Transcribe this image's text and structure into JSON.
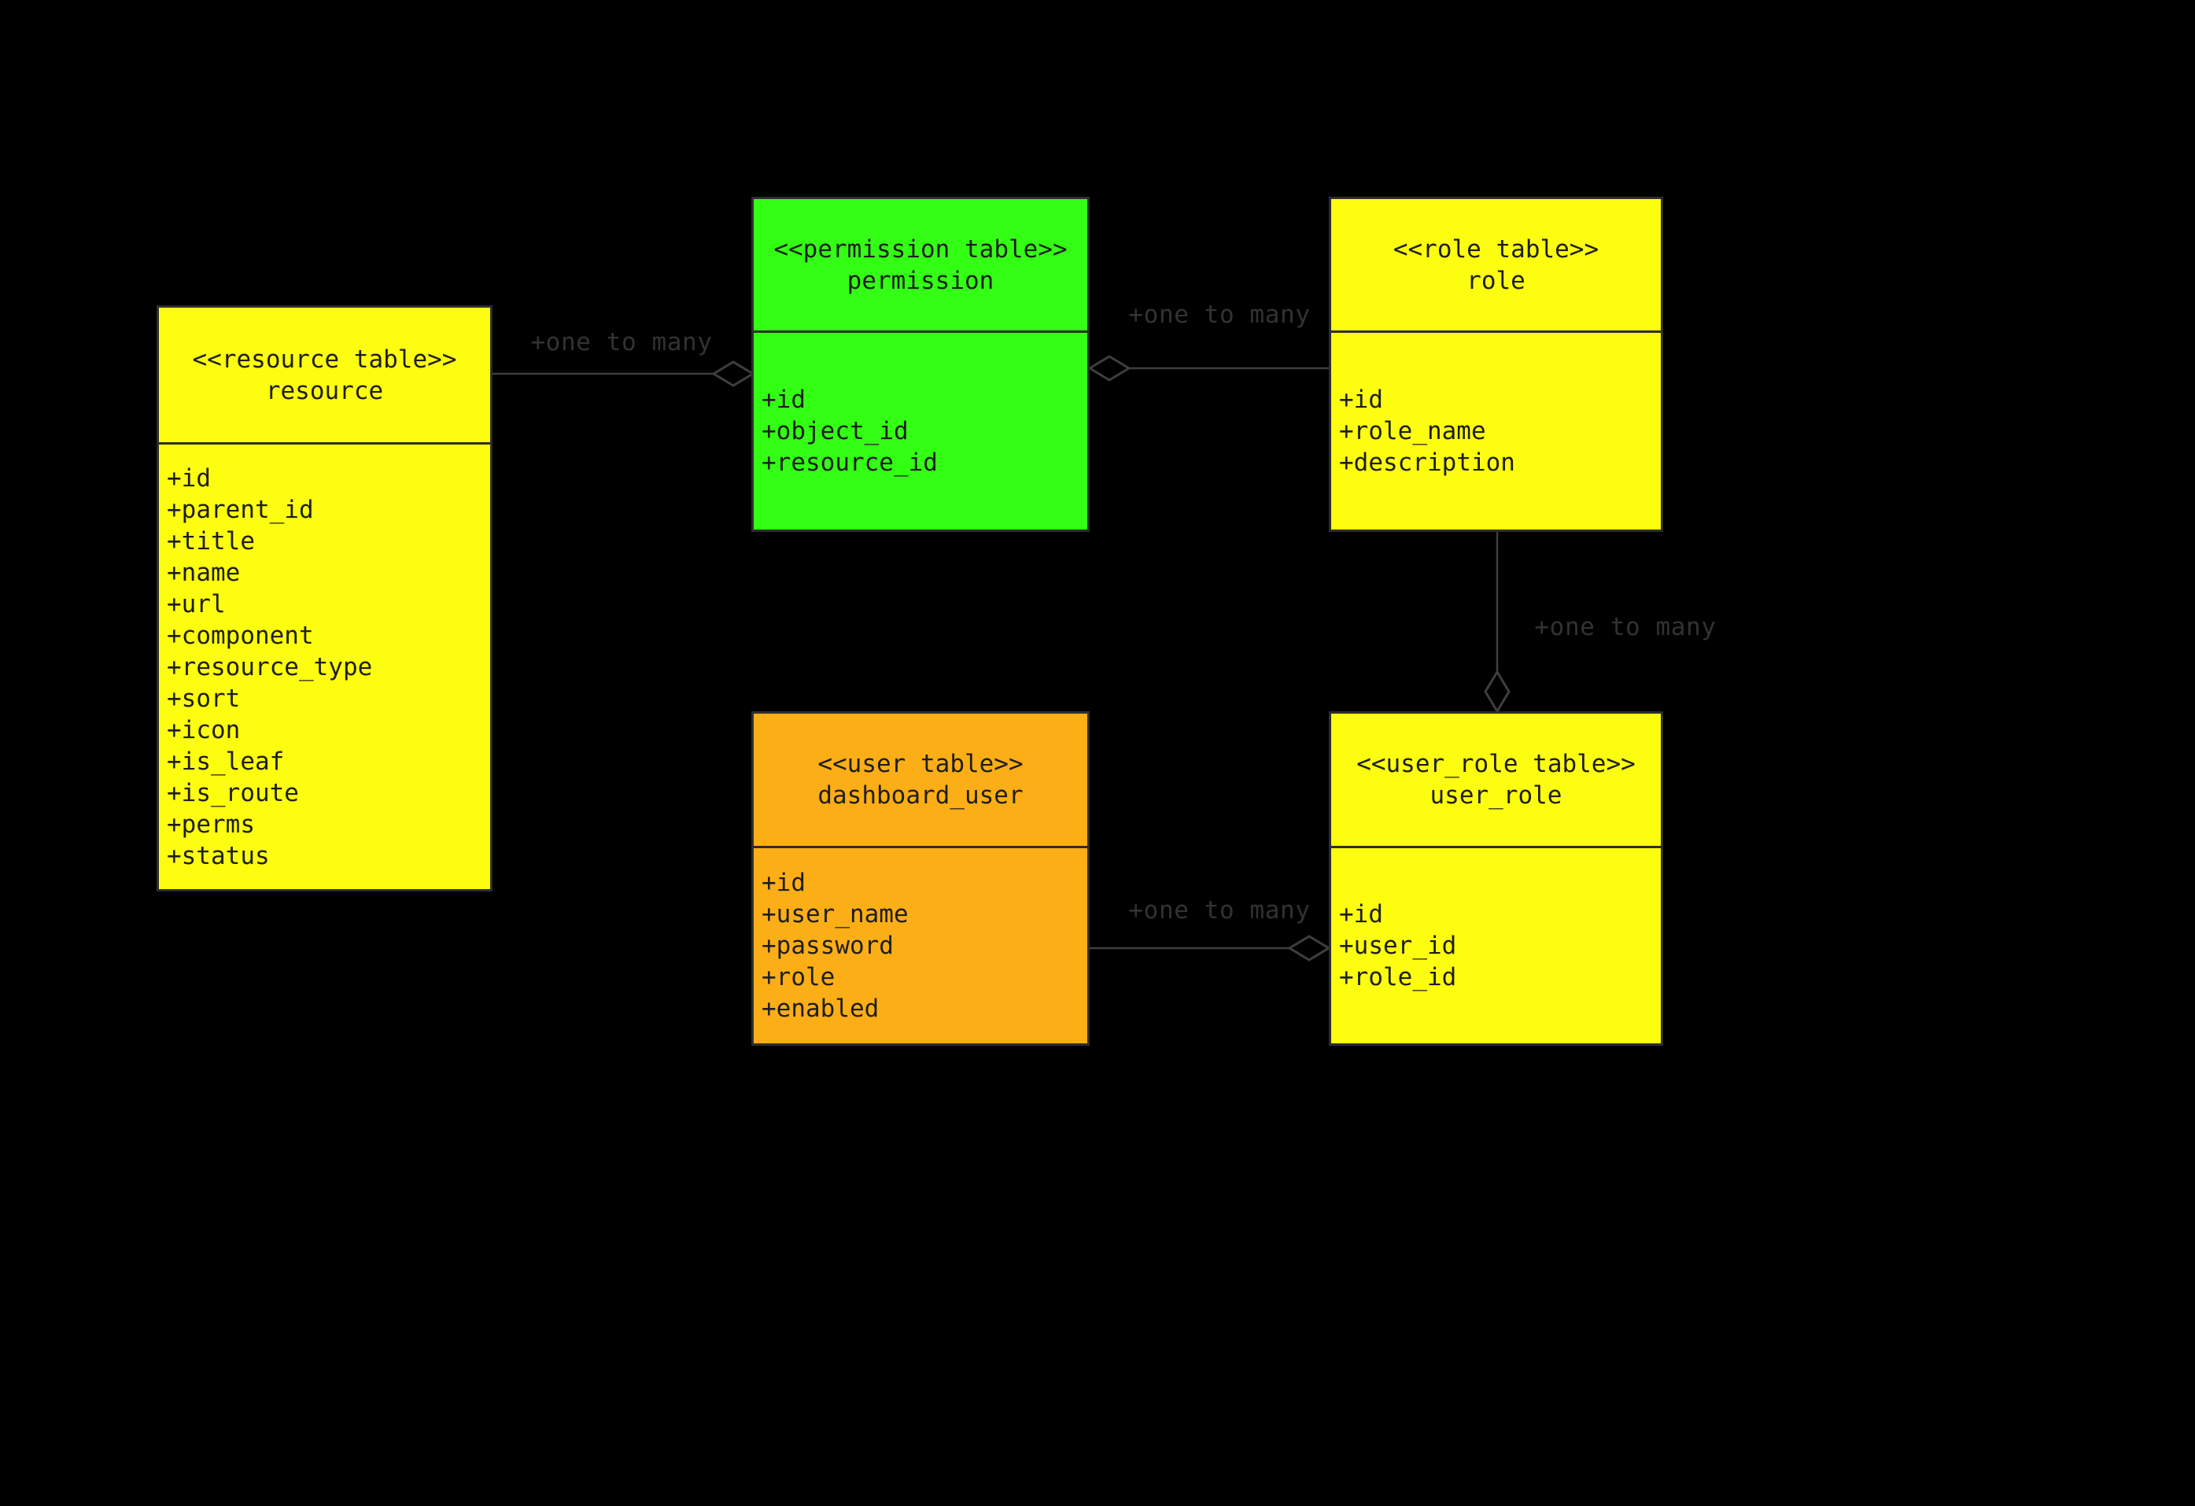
{
  "diagram": {
    "background": "#000000",
    "colors": {
      "yellow_table": "#fdfd0f",
      "green_table": "#33ff14",
      "orange_table": "#fcae17",
      "box_border": "#2e2e2e",
      "connector_line": "#3e3e3e",
      "relation_label_text": "#323232",
      "table_text": "#1e1e1e"
    },
    "entities": [
      {
        "id": "resource",
        "stereotype": "<<resource table>>",
        "name": "resource",
        "fill": "#fdfd0f",
        "fields": [
          "+id",
          "+parent_id",
          "+title",
          "+name",
          "+url",
          "+component",
          "+resource_type",
          "+sort",
          "+icon",
          "+is_leaf",
          "+is_route",
          "+perms",
          "+status"
        ]
      },
      {
        "id": "permission",
        "stereotype": "<<permission table>>",
        "name": "permission",
        "fill": "#33ff14",
        "fields": [
          "+id",
          "+object_id",
          "+resource_id"
        ]
      },
      {
        "id": "role",
        "stereotype": "<<role table>>",
        "name": "role",
        "fill": "#fdfd0f",
        "fields": [
          "+id",
          "+role_name",
          "+description"
        ]
      },
      {
        "id": "dashboard_user",
        "stereotype": "<<user table>>",
        "name": "dashboard_user",
        "fill": "#fcae17",
        "fields": [
          "+id",
          "+user_name",
          "+password",
          "+role",
          "+enabled"
        ]
      },
      {
        "id": "user_role",
        "stereotype": "<<user_role table>>",
        "name": "user_role",
        "fill": "#fdfd0f",
        "fields": [
          "+id",
          "+user_id",
          "+role_id"
        ]
      }
    ],
    "relations": [
      {
        "label": "+one to many",
        "from": "resource",
        "to": "permission",
        "diamond_at": "permission-left"
      },
      {
        "label": "+one to many",
        "from": "role",
        "to": "permission",
        "diamond_at": "permission-right"
      },
      {
        "label": "+one to many",
        "from": "role",
        "to": "user_role",
        "diamond_at": "user_role-top"
      },
      {
        "label": "+one to many",
        "from": "dashboard_user",
        "to": "user_role",
        "diamond_at": "user_role-left"
      }
    ]
  }
}
